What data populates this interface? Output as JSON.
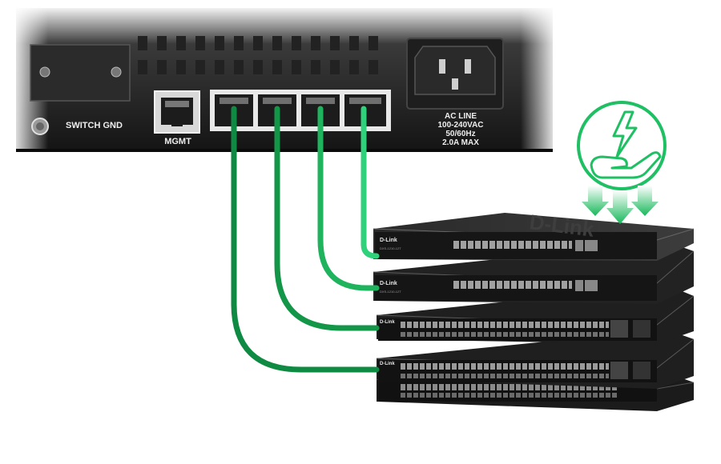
{
  "rear_panel": {
    "ground_label": "SWITCH GND",
    "mgmt_label": "MGMT",
    "power_label_lines": [
      "AC LINE",
      "100-240VAC",
      "50/60Hz",
      "2.0A MAX"
    ]
  },
  "switches": {
    "brand": "D-Link",
    "model_label": "DXS-1210-12T"
  },
  "icons": {
    "power_badge": "hand-lightning-icon",
    "down_arrows": "triple-down-arrow-icon"
  },
  "colors": {
    "cable_green": "#12a04c",
    "cable_bright": "#2fd27a",
    "chassis_dark": "#1a1a1a",
    "badge_green": "#1fbf63"
  }
}
